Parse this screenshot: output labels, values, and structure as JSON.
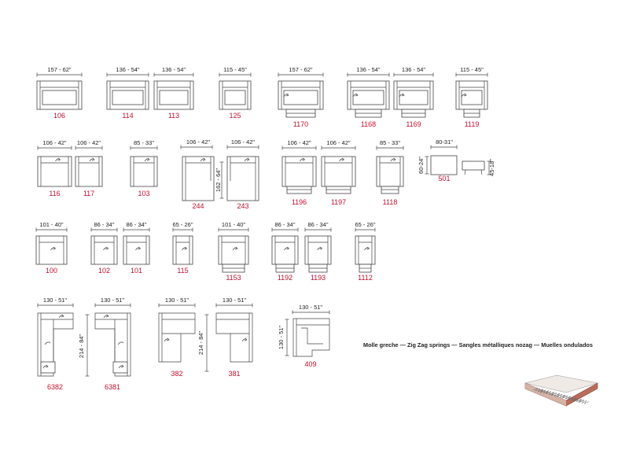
{
  "items": [
    {
      "code": "106",
      "dim": "157 - 62\""
    },
    {
      "code": "114",
      "dim": "136 - 54\""
    },
    {
      "code": "113",
      "dim": "136 - 54\""
    },
    {
      "code": "125",
      "dim": "115 - 45\""
    },
    {
      "code": "1170",
      "dim": "157 - 62\""
    },
    {
      "code": "1168",
      "dim": "136 - 54\""
    },
    {
      "code": "1169",
      "dim": "136 - 54\""
    },
    {
      "code": "1119",
      "dim": "115 - 45\""
    },
    {
      "code": "116",
      "dim": "106 - 42\""
    },
    {
      "code": "117",
      "dim": "106 - 42\""
    },
    {
      "code": "103",
      "dim": "85 - 33\""
    },
    {
      "code": "244",
      "dim": "106 - 42\""
    },
    {
      "code": "243",
      "dim": "106 - 42\""
    },
    {
      "code": "1196",
      "dim": "106 - 42\""
    },
    {
      "code": "1197",
      "dim": "106 - 42\""
    },
    {
      "code": "1118",
      "dim": "85 - 33\""
    },
    {
      "code": "501",
      "dim": "80-31\""
    },
    {
      "code": "100",
      "dim": "101 - 40\""
    },
    {
      "code": "102",
      "dim": "86 - 34\""
    },
    {
      "code": "101",
      "dim": "86 - 34\""
    },
    {
      "code": "115",
      "dim": "65 - 26\""
    },
    {
      "code": "1153",
      "dim": "101 - 40\""
    },
    {
      "code": "1192",
      "dim": "86 - 34\""
    },
    {
      "code": "1193",
      "dim": "86 - 34\""
    },
    {
      "code": "1112",
      "dim": "65 - 26\""
    },
    {
      "code": "6382",
      "dim": "130 - 51\""
    },
    {
      "code": "6381",
      "dim": "130 - 51\""
    },
    {
      "code": "382",
      "dim": "130 - 51\""
    },
    {
      "code": "381",
      "dim": "130 - 51\""
    },
    {
      "code": "409",
      "dim": "130 - 51\""
    }
  ],
  "vertical_dims": {
    "chaise_depth": "162 - 64\"",
    "pouf_depth": "60-24\"",
    "pouf_height": "45-18\"",
    "corner_left": "214 - 84\"",
    "corner_right": "214 - 84\"",
    "corner_small": "130 - 51\""
  },
  "legend": "Molle greche — Zig Zag springs — Sangles métalliques nozag — Muelles ondulados",
  "colors": {
    "code": "#c8102e",
    "line": "#444444",
    "legend_panel": "#e9e9e9"
  }
}
